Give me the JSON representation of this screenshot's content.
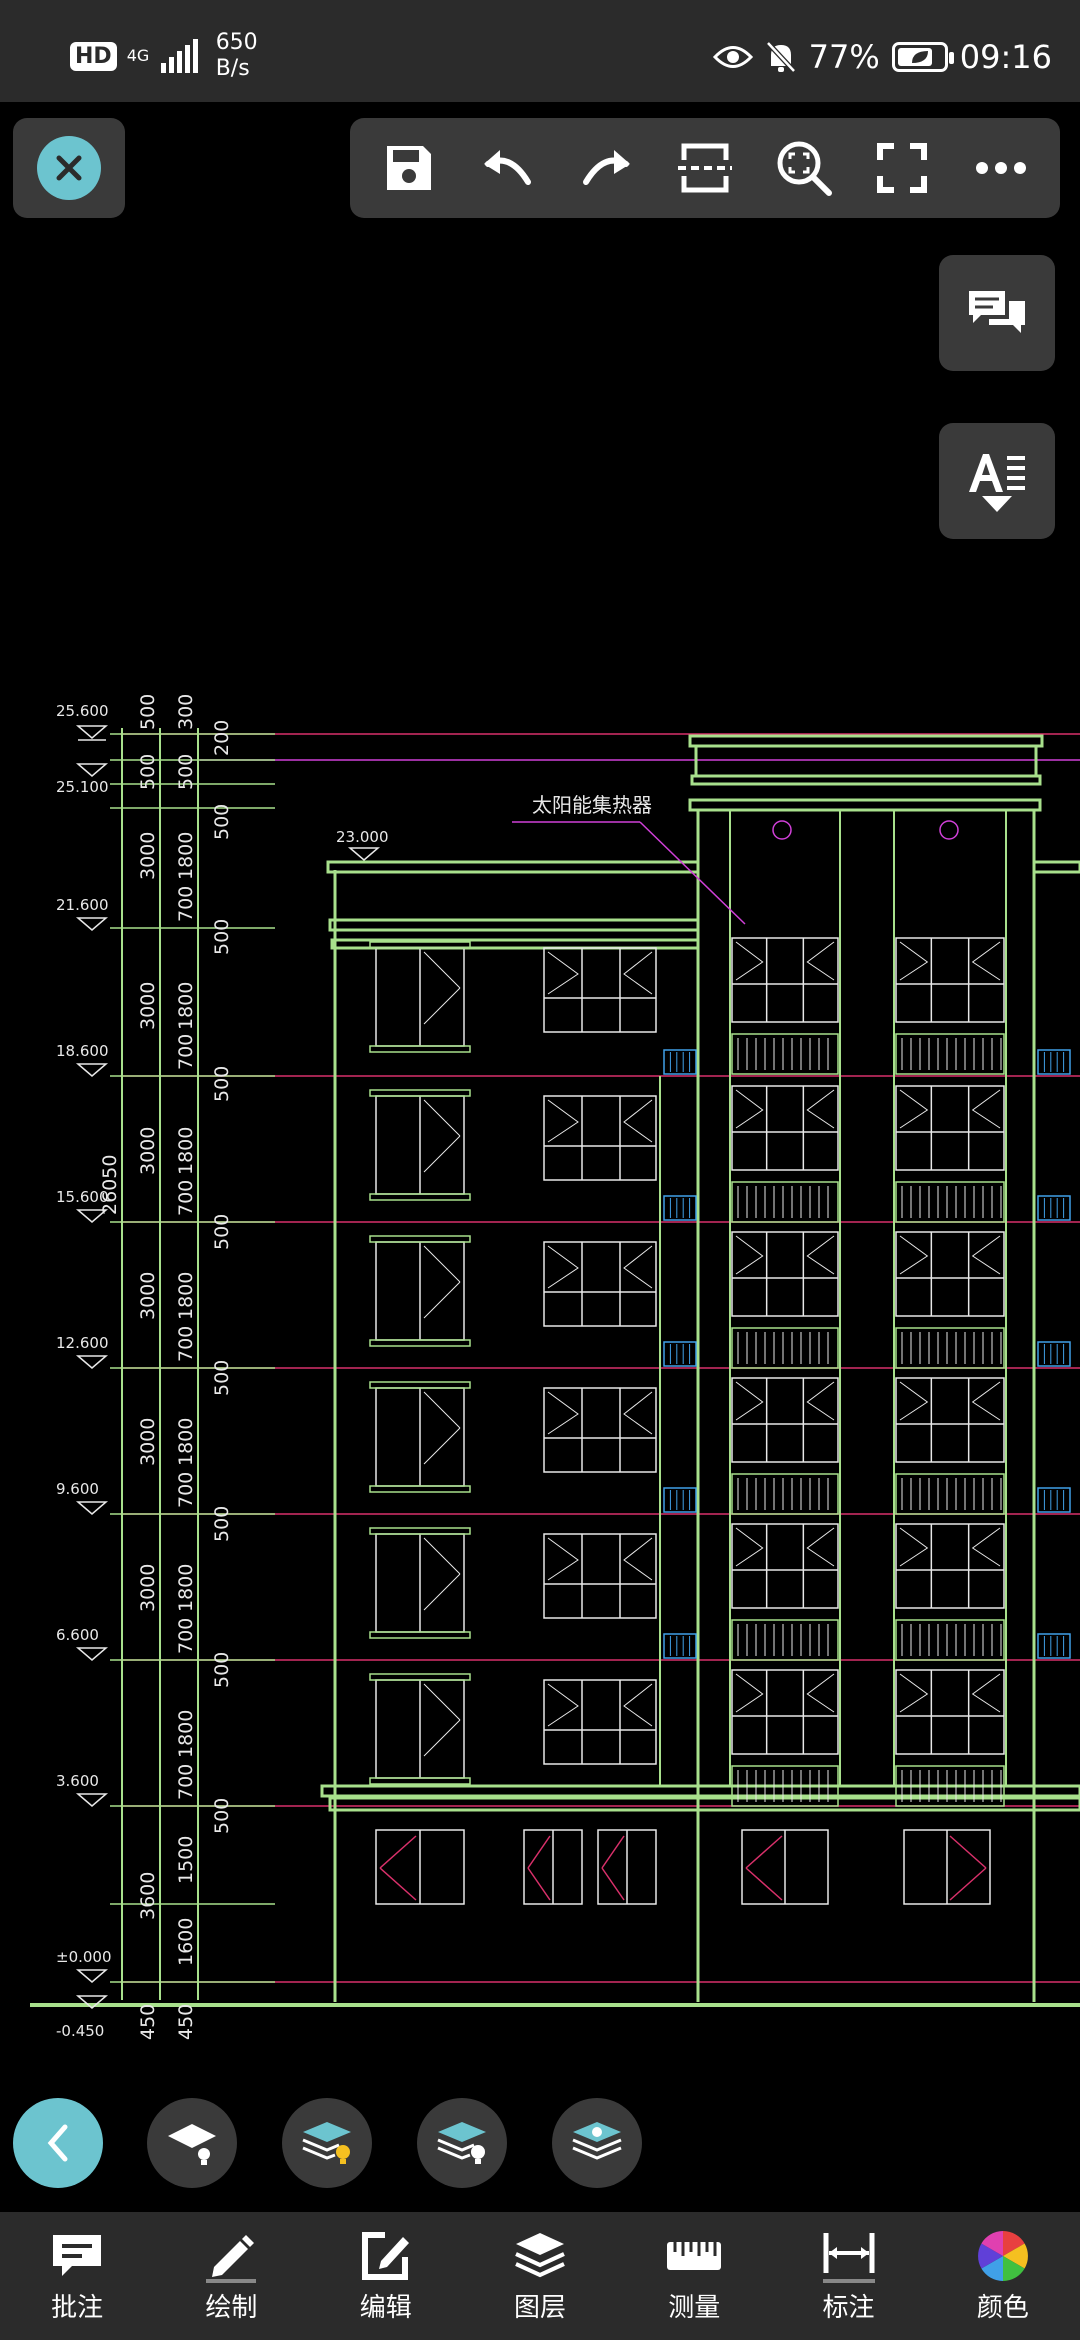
{
  "status_bar": {
    "hd_badge": "HD",
    "network_type": "4G",
    "net_speed_value": "650",
    "net_speed_unit": "B/s",
    "battery_percent": "77%",
    "battery_level": 0.77,
    "time": "09:16",
    "icons": [
      "eye-icon",
      "bell-muted-icon",
      "battery-icon",
      "leaf-icon"
    ]
  },
  "toolbar": {
    "buttons": [
      "close",
      "save",
      "undo",
      "redo",
      "section-cut",
      "zoom-fit",
      "fullscreen",
      "more"
    ]
  },
  "side_buttons": [
    "comments",
    "text-style"
  ],
  "drawing": {
    "annotation": "太阳能集热器",
    "roof_elev": "23.000",
    "elevation_labels": [
      "25.600",
      "25.100",
      "21.600",
      "18.600",
      "15.600",
      "12.600",
      "9.600",
      "6.600",
      "3.600",
      "±0.000",
      "-0.450"
    ],
    "total_dim": "26050",
    "dim_col1": [
      "500",
      "500",
      "3000",
      "3000",
      "3000",
      "3000",
      "3000",
      "3000",
      "3600",
      "450"
    ],
    "dim_col2": [
      "300",
      "500",
      "1800",
      "700",
      "1800",
      "700",
      "1800",
      "700",
      "1800",
      "700",
      "1800",
      "700",
      "1800",
      "700",
      "1800",
      "700",
      "1500",
      "1600",
      "450"
    ],
    "dim_col3": [
      "200",
      "500",
      "500",
      "500",
      "500",
      "500",
      "500",
      "500",
      "500"
    ]
  },
  "layer_buttons": [
    "layer-icon",
    "layers-bulb-icon",
    "layers-colored-icon",
    "layers-icon"
  ],
  "bottom_nav": {
    "items": [
      {
        "label": "批注",
        "icon": "comment-icon"
      },
      {
        "label": "绘制",
        "icon": "pencil-icon"
      },
      {
        "label": "编辑",
        "icon": "edit-icon"
      },
      {
        "label": "图层",
        "icon": "layers-icon"
      },
      {
        "label": "测量",
        "icon": "ruler-icon"
      },
      {
        "label": "标注",
        "icon": "dimension-icon"
      },
      {
        "label": "颜色",
        "icon": "color-wheel-icon"
      }
    ]
  },
  "colors": {
    "accent": "#6cc4cf",
    "panel": "#3a3a3a",
    "bar": "#2b2b2b",
    "cad_green": "#a8e08c",
    "cad_red": "#d8306a",
    "cad_magenta": "#d040d8",
    "cad_white": "#e8e8e8"
  }
}
